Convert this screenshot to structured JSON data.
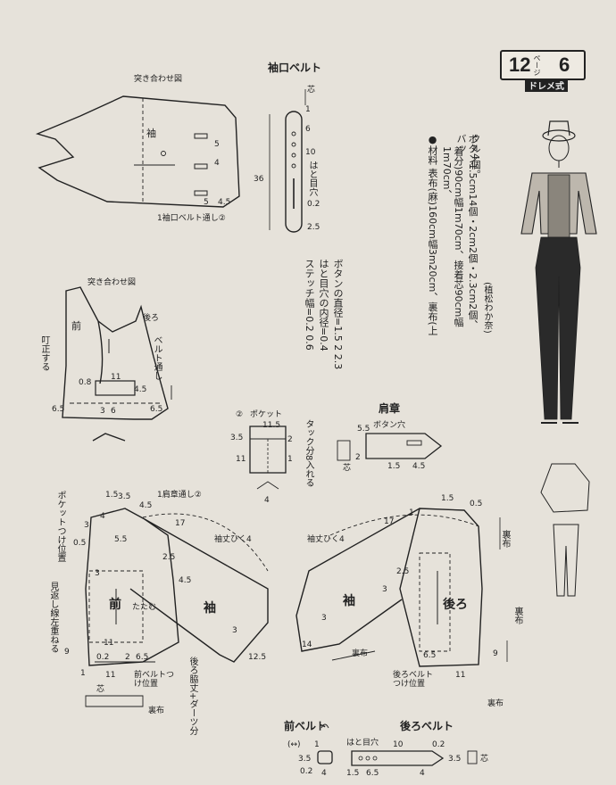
{
  "badge": {
    "page_number": "12",
    "page_label": "ページ",
    "figure_number": "6",
    "method": "ドレメ式"
  },
  "materials": {
    "lines": [
      "●材料 表布(麻)160cm幅3m20cm、裏布(上",
      "着分)90cm幅1m70cm、接着芯90cm幅1m70cm、",
      "ボタン1.5cm14個・2cm2個・2.3cm2個、バッ",
      "クル4個。"
    ],
    "credit": "(植松わか奈)"
  },
  "button_notes": {
    "lines": [
      "ボタンの直径=1.5 2 2.3",
      "はと目穴の内径=0.4",
      "ステッチ幅=0.2 0.6"
    ]
  },
  "sleeve": {
    "title": "突き合わせ図",
    "piece": "袖",
    "n5": "5",
    "n4": "4",
    "n5b": "5",
    "n45": "4.5",
    "belt_loop": "1袖口ベルト通し②"
  },
  "cuff_belt": {
    "title": "袖口ベルト",
    "interfacing": "芯",
    "n1": "1",
    "n6": "6",
    "n10": "10",
    "eyelet": "はと目穴",
    "n36": "36",
    "n02": "0.2",
    "n25": "2.5"
  },
  "front_detail": {
    "title": "突き合わせ図",
    "front": "前",
    "back": "後ろ",
    "tack": "叮正する",
    "loop": "ベルト通し",
    "n08": "0.8",
    "n11": "11",
    "n45": "4.5",
    "n65a": "6.5",
    "n3": "3",
    "n6": "6",
    "n65b": "6.5"
  },
  "pocket": {
    "title": "ポケット",
    "count": "②",
    "n115": "11.5",
    "n35": "3.5",
    "n2": "2",
    "n11": "11",
    "n1": "1",
    "tuck": "タック分8入れる",
    "n4": "4"
  },
  "epaulet": {
    "title": "肩章",
    "buttonhole": "ボタン穴",
    "n55": "5.5",
    "n2": "2",
    "interfacing": "芯",
    "n15": "1.5",
    "n45": "4.5"
  },
  "bodice_front": {
    "pocket_pos": "ポケットつけ位置",
    "facing": "見返し線左重ねる",
    "shoulder_loop": "1肩章通し②",
    "sleeve_shorten": "袖丈ひく4",
    "front": "前",
    "fold": "たたむ",
    "sleeve": "袖",
    "belt_pos": "前ベルトつけ位置",
    "back_dart": "後ろ脇丈+ダーツ分",
    "interfacing": "芯",
    "lining": "裏布",
    "n15": "1.5",
    "n35": "3.5",
    "n45a": "4.5",
    "n4": "4",
    "n3a": "3",
    "n05": "0.5",
    "n55": "5.5",
    "n3b": "3",
    "n25": "2.5",
    "n17": "17",
    "n45b": "4.5",
    "n11a": "11",
    "n9": "9",
    "n02": "0.2",
    "n2": "2",
    "n65": "6.5",
    "n11b": "11",
    "n3c": "3",
    "n125": "12.5",
    "n1": "1"
  },
  "bodice_back": {
    "sleeve_shorten": "袖丈ひく4",
    "sleeve": "袖",
    "back": "後ろ",
    "lining_a": "裏布",
    "lining_b": "裏布",
    "lining_c": "裏布",
    "lining_d": "裏布",
    "belt_pos": "後ろベルトつけ位置",
    "n15": "1.5",
    "n05": "0.5",
    "n17": "17",
    "n25": "2.5",
    "n3a": "3",
    "n3b": "3",
    "n14": "14",
    "n65": "6.5",
    "n11": "11",
    "n9": "9",
    "n1": "1"
  },
  "front_belt": {
    "title": "前ベルト",
    "marks": "(↔)",
    "n1": "1",
    "n35": "3.5",
    "n02": "0.2",
    "n4": "4"
  },
  "back_belt": {
    "title": "後ろベルト",
    "eyelet": "はと目穴",
    "n10": "10",
    "n02": "0.2",
    "n15": "1.5",
    "n65": "6.5",
    "n4": "4",
    "n35": "3.5",
    "interfacing": "芯"
  }
}
